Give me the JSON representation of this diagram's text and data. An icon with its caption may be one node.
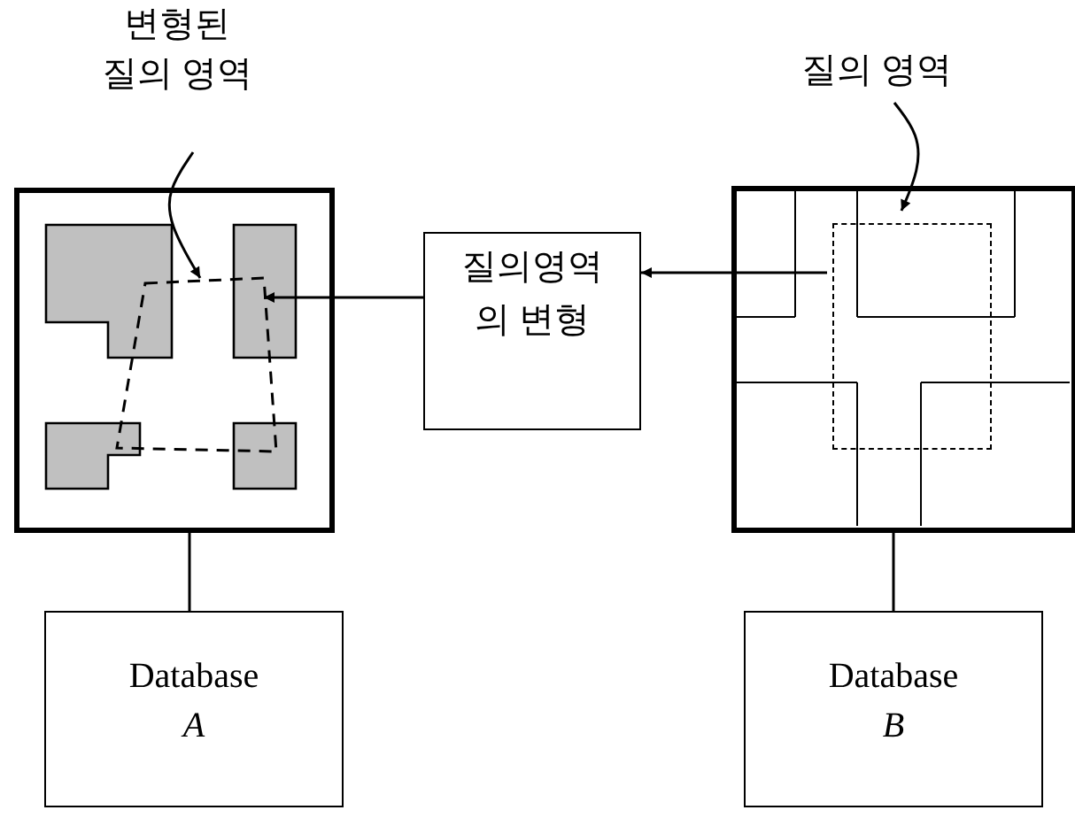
{
  "diagram": {
    "nodes": [
      {
        "text": [
          "변형된 질의 영역"
        ]
      },
      {
        "text": [
          "질의 영역"
        ]
      },
      {
        "text": [],
        "shape": "box"
      },
      {
        "text": [],
        "shape": "box",
        "in": 2
      },
      {
        "text": [
          "질의영역 의 변형"
        ]
      },
      {
        "text": [],
        "shape": "box"
      },
      {
        "text": [],
        "shape": "box",
        "in": 5
      },
      {
        "text": [
          "Database",
          "A"
        ]
      },
      {
        "text": [
          "Database",
          "B"
        ]
      }
    ],
    "edges": [
      {
        "from": 0,
        "to": 3,
        "arrow": "to"
      },
      {
        "from": 1,
        "to": 6,
        "arrow": "to"
      },
      {
        "from": 6,
        "to": 4,
        "arrow": "to"
      },
      {
        "from": 4,
        "to": 3,
        "arrow": "to"
      },
      {
        "from": 2,
        "to": 7,
        "arrow": "none"
      },
      {
        "from": 5,
        "to": 8,
        "arrow": "none"
      }
    ]
  }
}
